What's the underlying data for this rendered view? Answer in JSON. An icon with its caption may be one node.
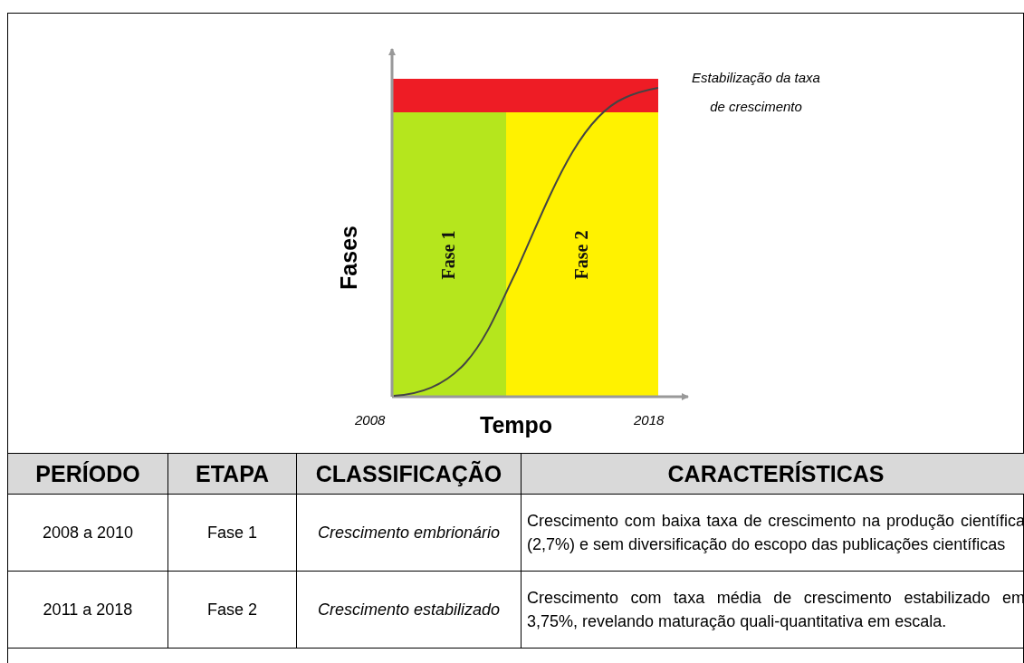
{
  "diagram": {
    "nodes": [
      {
        "text": [],
        "shape": "bar"
      },
      {
        "text": [],
        "shape": "bar"
      },
      {
        "text": [
          "Fase 1"
        ]
      },
      {
        "text": [
          "Fase 2"
        ]
      }
    ],
    "labels": [
      "Estabilização da taxa de crescimento",
      "Fases",
      "2008",
      "Tempo",
      "2018",
      "PERÍODO",
      "ETAPA",
      "CLASSIFICAÇÃO",
      "CARACTERÍSTICAS",
      "2008 a 2010",
      "Fase 1",
      "Crescimento embrionário",
      "Crescimento com baixa taxa de crescimento na produção científica (2,7%) e sem diversificação do escopo das publicações científicas",
      "2011 a 2018",
      "Fase 2",
      "Crescimento estabilizado",
      "Crescimento com taxa média de crescimento estabilizado em 3,75%, revelando maturação quali-quantitativa em escala."
    ]
  }
}
